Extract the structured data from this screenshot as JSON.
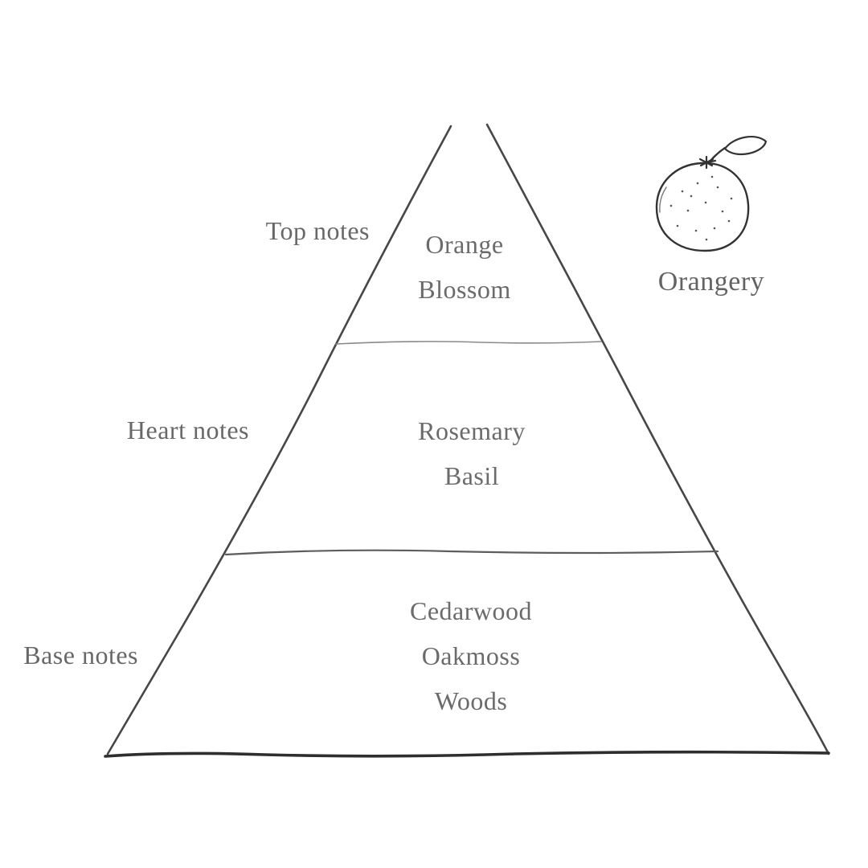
{
  "product": {
    "name": "Orangery"
  },
  "pyramid": {
    "levels": [
      {
        "label": "Top notes",
        "notes": [
          "Orange",
          "Blossom"
        ]
      },
      {
        "label": "Heart notes",
        "notes": [
          "Rosemary",
          "Basil"
        ]
      },
      {
        "label": "Base notes",
        "notes": [
          "Cedarwood",
          "Oakmoss",
          "Woods"
        ]
      }
    ]
  },
  "icons": {
    "orange_illustration": "orange-fruit-icon"
  },
  "colors": {
    "background": "#ffffff",
    "text": "#6b6b6b",
    "pyramid_line_dark": "#3d3d3d",
    "pyramid_divider_light": "#808080"
  }
}
